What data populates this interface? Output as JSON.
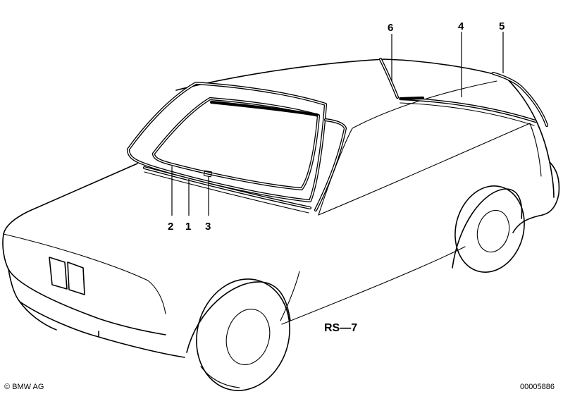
{
  "callouts": {
    "part_1": "1",
    "part_2": "2",
    "part_3": "3",
    "part_4": "4",
    "part_5": "5",
    "part_6": "6"
  },
  "reference_code": "RS—7",
  "copyright": "© BMW AG",
  "image_number": "00005886",
  "colors": {
    "line": "#000000",
    "background": "#ffffff"
  }
}
